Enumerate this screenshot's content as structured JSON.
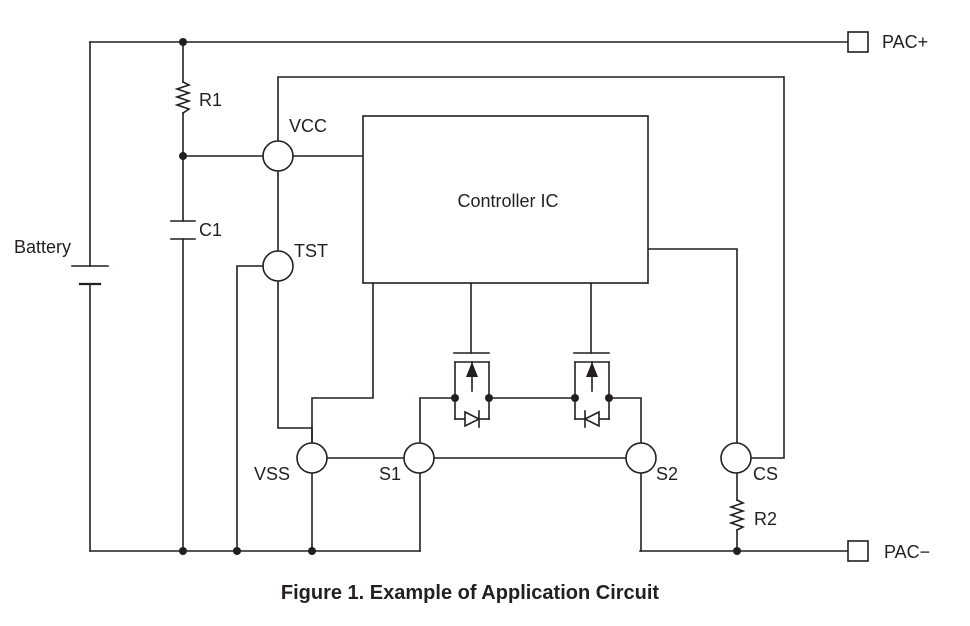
{
  "figure": {
    "caption": "Figure 1. Example of Application Circuit",
    "ic_label": "Controller IC",
    "labels": {
      "pac_plus": "PAC+",
      "pac_minus": "PAC−",
      "battery": "Battery",
      "r1": "R1",
      "c1": "C1",
      "r2": "R2",
      "vcc": "VCC",
      "tst": "TST",
      "vss": "VSS",
      "s1": "S1",
      "s2": "S2",
      "cs": "CS"
    }
  }
}
